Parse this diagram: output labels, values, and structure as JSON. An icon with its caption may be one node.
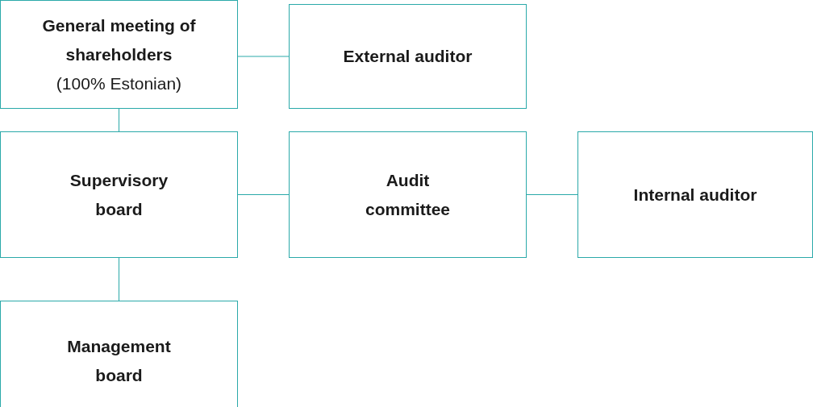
{
  "diagram": {
    "nodes": [
      {
        "text": [
          "General meeting of shareholders",
          "(100% Estonian)"
        ]
      },
      {
        "text": [
          "External auditor"
        ]
      },
      {
        "text": [
          "Supervisory board"
        ]
      },
      {
        "text": [
          "Audit committee"
        ]
      },
      {
        "text": [
          "Internal auditor"
        ]
      },
      {
        "text": [
          "Management board"
        ]
      }
    ],
    "edges": [
      {
        "from": 0,
        "to": 1,
        "arrow": "none"
      },
      {
        "from": 0,
        "to": 2,
        "arrow": "none"
      },
      {
        "from": 2,
        "to": 3,
        "arrow": "none"
      },
      {
        "from": 3,
        "to": 4,
        "arrow": "none"
      },
      {
        "from": 2,
        "to": 5,
        "arrow": "none"
      }
    ]
  }
}
